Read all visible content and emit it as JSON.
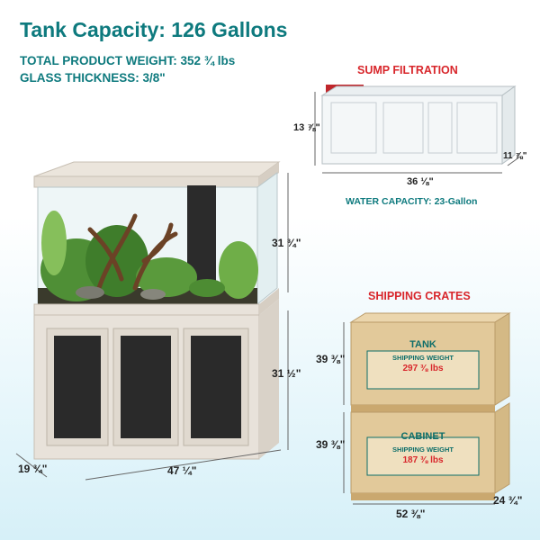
{
  "header": {
    "title": "Tank Capacity: 126 Gallons",
    "weight": "TOTAL PRODUCT WEIGHT: 352 ¾ lbs",
    "glass": "GLASS THICKNESS: 3/8\""
  },
  "tank": {
    "height_tank": "31 ¾\"",
    "height_cabinet": "31 ½\"",
    "width": "47 ¼\"",
    "depth": "19 ¾\""
  },
  "sump": {
    "heading": "SUMP FILTRATION",
    "height": "13 ⅞\"",
    "width": "36 ⅛\"",
    "depth": "11 ⅞\"",
    "water_capacity": "WATER CAPACITY: 23-Gallon"
  },
  "crates": {
    "heading": "SHIPPING CRATES",
    "tank_crate": {
      "name": "TANK",
      "weight_label": "SHIPPING WEIGHT",
      "weight": "297 ⅜ lbs",
      "height": "39 ⅜\""
    },
    "cabinet_crate": {
      "name": "CABINET",
      "weight_label": "SHIPPING WEIGHT",
      "weight": "187 ⅜ lbs",
      "height": "39 ⅜\""
    },
    "width": "52 ⅜\"",
    "depth": "24 ¾\""
  },
  "colors": {
    "accent_teal": "#0e7a7e",
    "accent_red": "#d8262b",
    "cabinet_frame": "#e8e2da",
    "cabinet_panel": "#2a2a2a",
    "crate_wood": "#e2c99a"
  }
}
